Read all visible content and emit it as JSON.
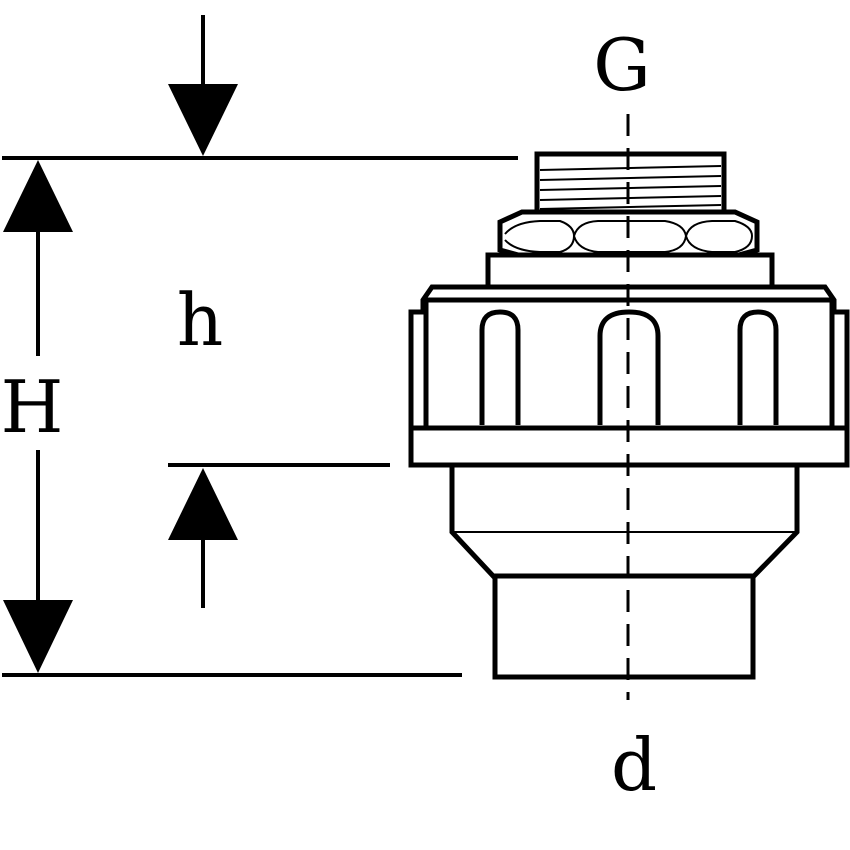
{
  "labels": {
    "G": "G",
    "h": "h",
    "H": "H",
    "d": "d"
  }
}
